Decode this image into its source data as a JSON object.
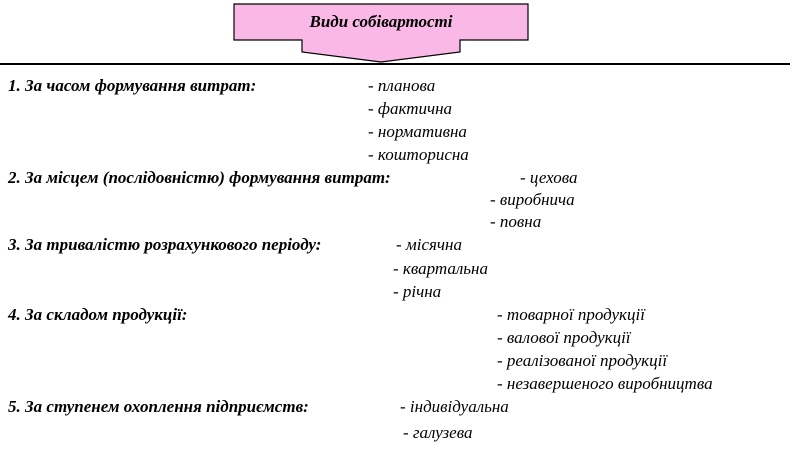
{
  "header": {
    "title": "Види собівартості",
    "fill_color": "#f9b8e6",
    "stroke_color": "#000000"
  },
  "categories": [
    {
      "label": "1. За часом формування витрат:",
      "items": [
        "- планова",
        "- фактична",
        "- нормативна",
        "- кошторисна"
      ]
    },
    {
      "label": "2.   За місцем (послідовністю)  формування витрат:",
      "items": [
        "- цехова",
        "- виробнича",
        "- повна"
      ]
    },
    {
      "label": "3. За тривалістю розрахункового періоду:",
      "items": [
        "- місячна",
        "- квартальна",
        "- річна"
      ]
    },
    {
      "label": "4. За складом продукції:",
      "items": [
        "- товарної продукції",
        "- валової продукції",
        "- реалізованої продукції",
        "- незавершеного виробництва"
      ]
    },
    {
      "label": "5. За ступенем охоплення підприємств:",
      "items": [
        "- індивідуальна",
        "- галузева"
      ]
    }
  ]
}
